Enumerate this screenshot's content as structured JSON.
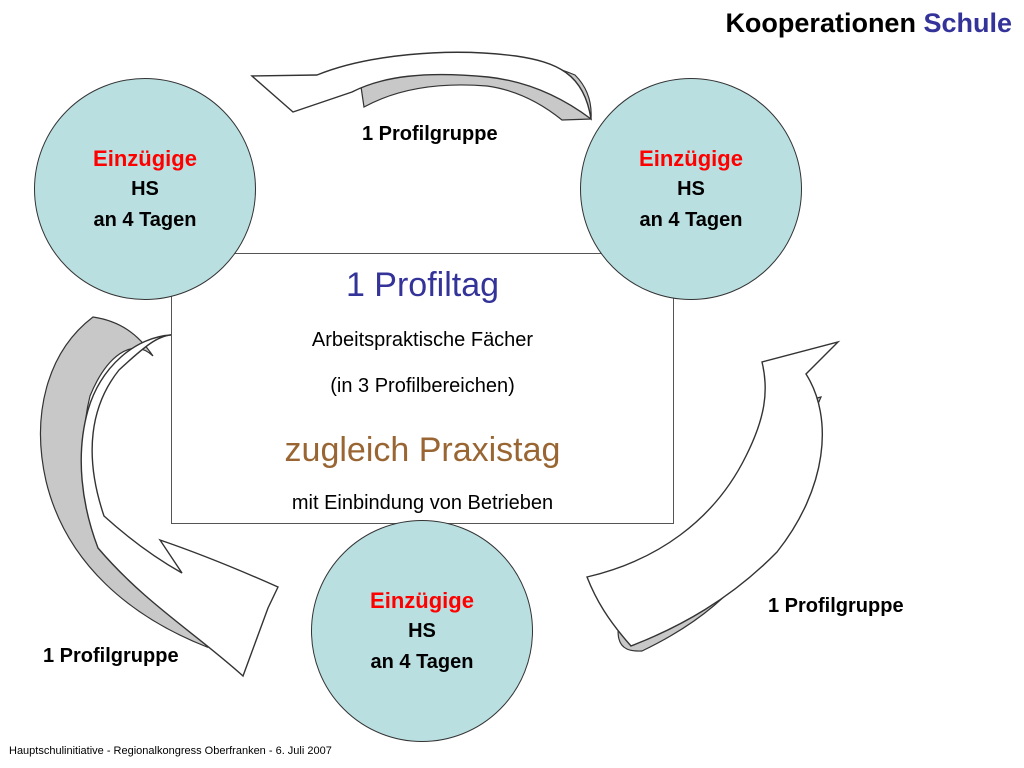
{
  "slide": {
    "title": {
      "main": "Kooperationen",
      "accent": "Schule"
    },
    "center_box": {
      "main": "1 Profiltag",
      "subtitle_1": "Arbeitspraktische Fächer",
      "subtitle_2": "(in 3 Profilbereichen)",
      "secondary": "zugleich Praxistag",
      "subtitle_3": "mit Einbindung von Betrieben"
    },
    "schools": [
      {
        "type": "Einzügige",
        "kind": "HS",
        "days": "an 4 Tagen"
      },
      {
        "type": "Einzügige",
        "kind": "HS",
        "days": "an 4 Tagen"
      },
      {
        "type": "Einzügige",
        "kind": "HS",
        "days": "an 4 Tagen"
      }
    ],
    "group_labels": {
      "top": "1 Profilgruppe",
      "right": "1 Profilgruppe",
      "left": "1 Profilgruppe"
    },
    "footer": "Hauptschulinitiative - Regionalkongress Oberfranken - 6. Juli 2007"
  },
  "colors": {
    "title_accent": "#333399",
    "center_main": "#333399",
    "center_secondary": "#996633",
    "circle_fill": "#b9dfe1",
    "circle_type_text": "#ff0000",
    "arrow_front": "#ffffff",
    "arrow_back": "#c8c8c8"
  },
  "icons": {
    "top_arrow": "curved-arrow-icon",
    "right_arrow": "curved-arrow-icon",
    "left_arrow": "curved-arrow-icon"
  }
}
